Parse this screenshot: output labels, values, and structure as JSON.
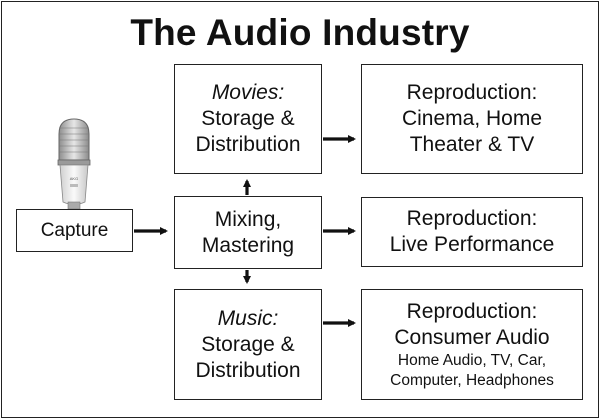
{
  "title": "The Audio Industry",
  "boxes": {
    "capture": "Capture",
    "movies_category": "Movies:",
    "movies_line1": "Storage &",
    "movies_line2": "Distribution",
    "mixing_line1": "Mixing,",
    "mixing_line2": "Mastering",
    "music_category": "Music:",
    "music_line1": "Storage &",
    "music_line2": "Distribution",
    "repro_cinema_line1": "Reproduction:",
    "repro_cinema_line2": "Cinema, Home",
    "repro_cinema_line3": "Theater & TV",
    "repro_live_line1": "Reproduction:",
    "repro_live_line2": "Live Performance",
    "repro_consumer_line1": "Reproduction:",
    "repro_consumer_line2": "Consumer Audio",
    "repro_consumer_line3": "Home Audio, TV, Car,",
    "repro_consumer_line4": "Computer, Headphones"
  },
  "colors": {
    "stroke": "#222222",
    "mic_body": "#e9e9e9",
    "mic_grille": "#b8b8b8"
  },
  "icons": {
    "capture": "microphone-icon"
  }
}
